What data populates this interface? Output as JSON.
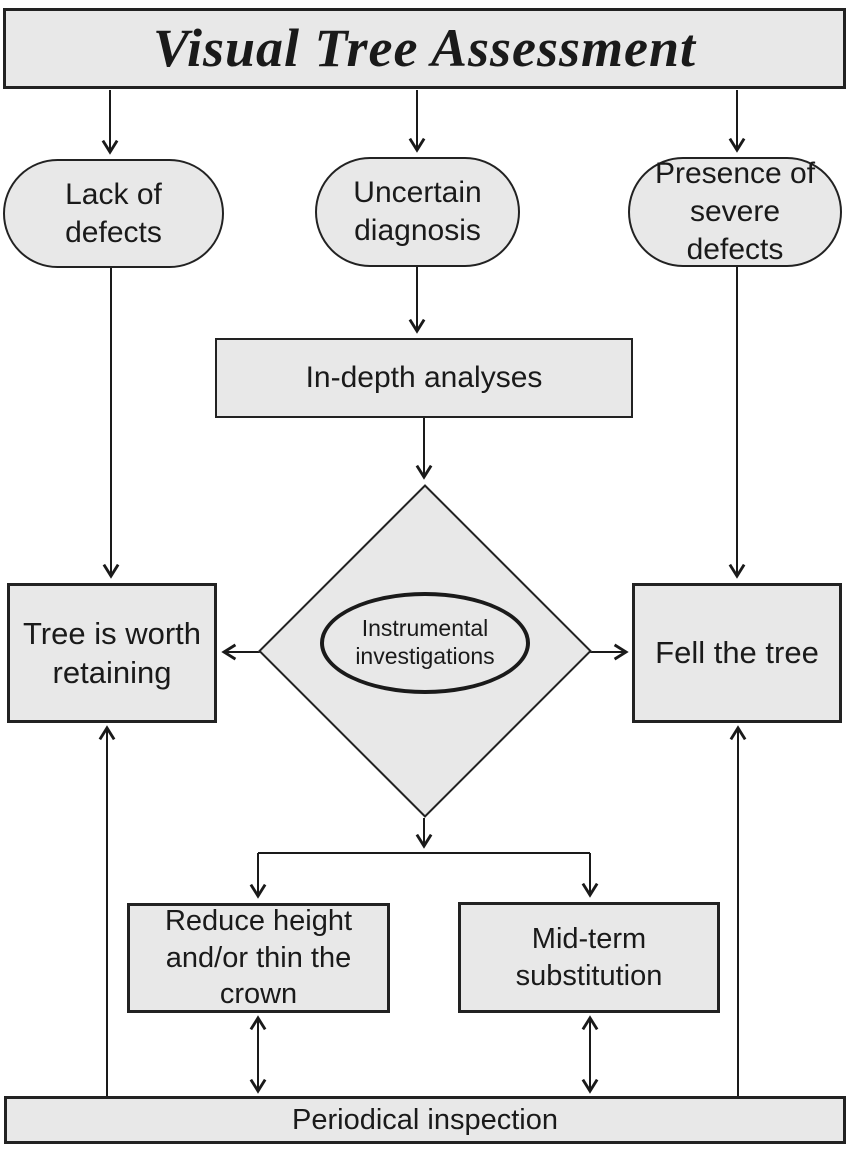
{
  "title": {
    "label": "Visual Tree Assessment"
  },
  "nodes": {
    "lack_of_defects": {
      "label": "Lack of defects"
    },
    "uncertain_diagnosis": {
      "label": "Uncertain diagnosis"
    },
    "presence_severe_defects": {
      "label": "Presence of severe defects"
    },
    "in_depth_analyses": {
      "label": "In-depth analyses"
    },
    "instrumental_investigations": {
      "label": "Instrumental investigations"
    },
    "tree_worth_retaining": {
      "label": "Tree is worth retaining"
    },
    "fell_the_tree": {
      "label": "Fell the tree"
    },
    "reduce_height": {
      "label": "Reduce height and/or thin the crown"
    },
    "mid_term_substitution": {
      "label": "Mid-term substitution"
    },
    "periodical_inspection": {
      "label": "Periodical inspection"
    }
  },
  "colors": {
    "node_fill": "#e8e8e8",
    "node_border": "#222222",
    "arrow": "#1a1a1a",
    "background": "#ffffff",
    "text": "#1a1a1a"
  }
}
